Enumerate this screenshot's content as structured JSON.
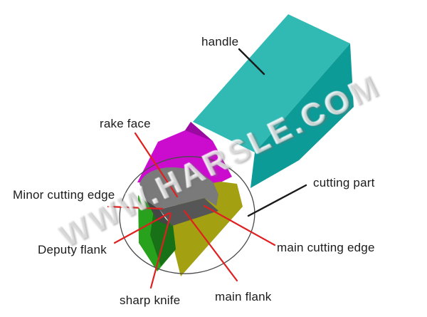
{
  "title": "lathe cutting tool parts diagram",
  "watermark": {
    "text": "WWW.HARSLE.COM"
  },
  "labels": {
    "handle": "handle",
    "rake_face": "rake face",
    "minor_cutting_edge": "Minor cutting edge",
    "deputy_flank": "Deputy flank",
    "sharp_knife": "sharp knife",
    "main_flank": "main flank",
    "main_cutting_edge": "main cutting edge",
    "cutting_part": "cutting part"
  },
  "colors": {
    "background": "#ffffff",
    "handle_top": "#31b9b4",
    "handle_side": "#0d9b97",
    "head_back_band": "#9b0aa0",
    "head_top": "#cb0ccf",
    "main_flank_face": "#a3a011",
    "minor_flank_face": "#28a21c",
    "minor_flank_dark": "#187117",
    "rake_face_gray": "#7a7a7a",
    "insert_front": "#565656",
    "insert_front_left": "#454545",
    "leader_red": "#e02020",
    "leader_black": "#1a1a1a",
    "circle_stroke": "#4a4a4a",
    "text": "#1b1b1b"
  }
}
